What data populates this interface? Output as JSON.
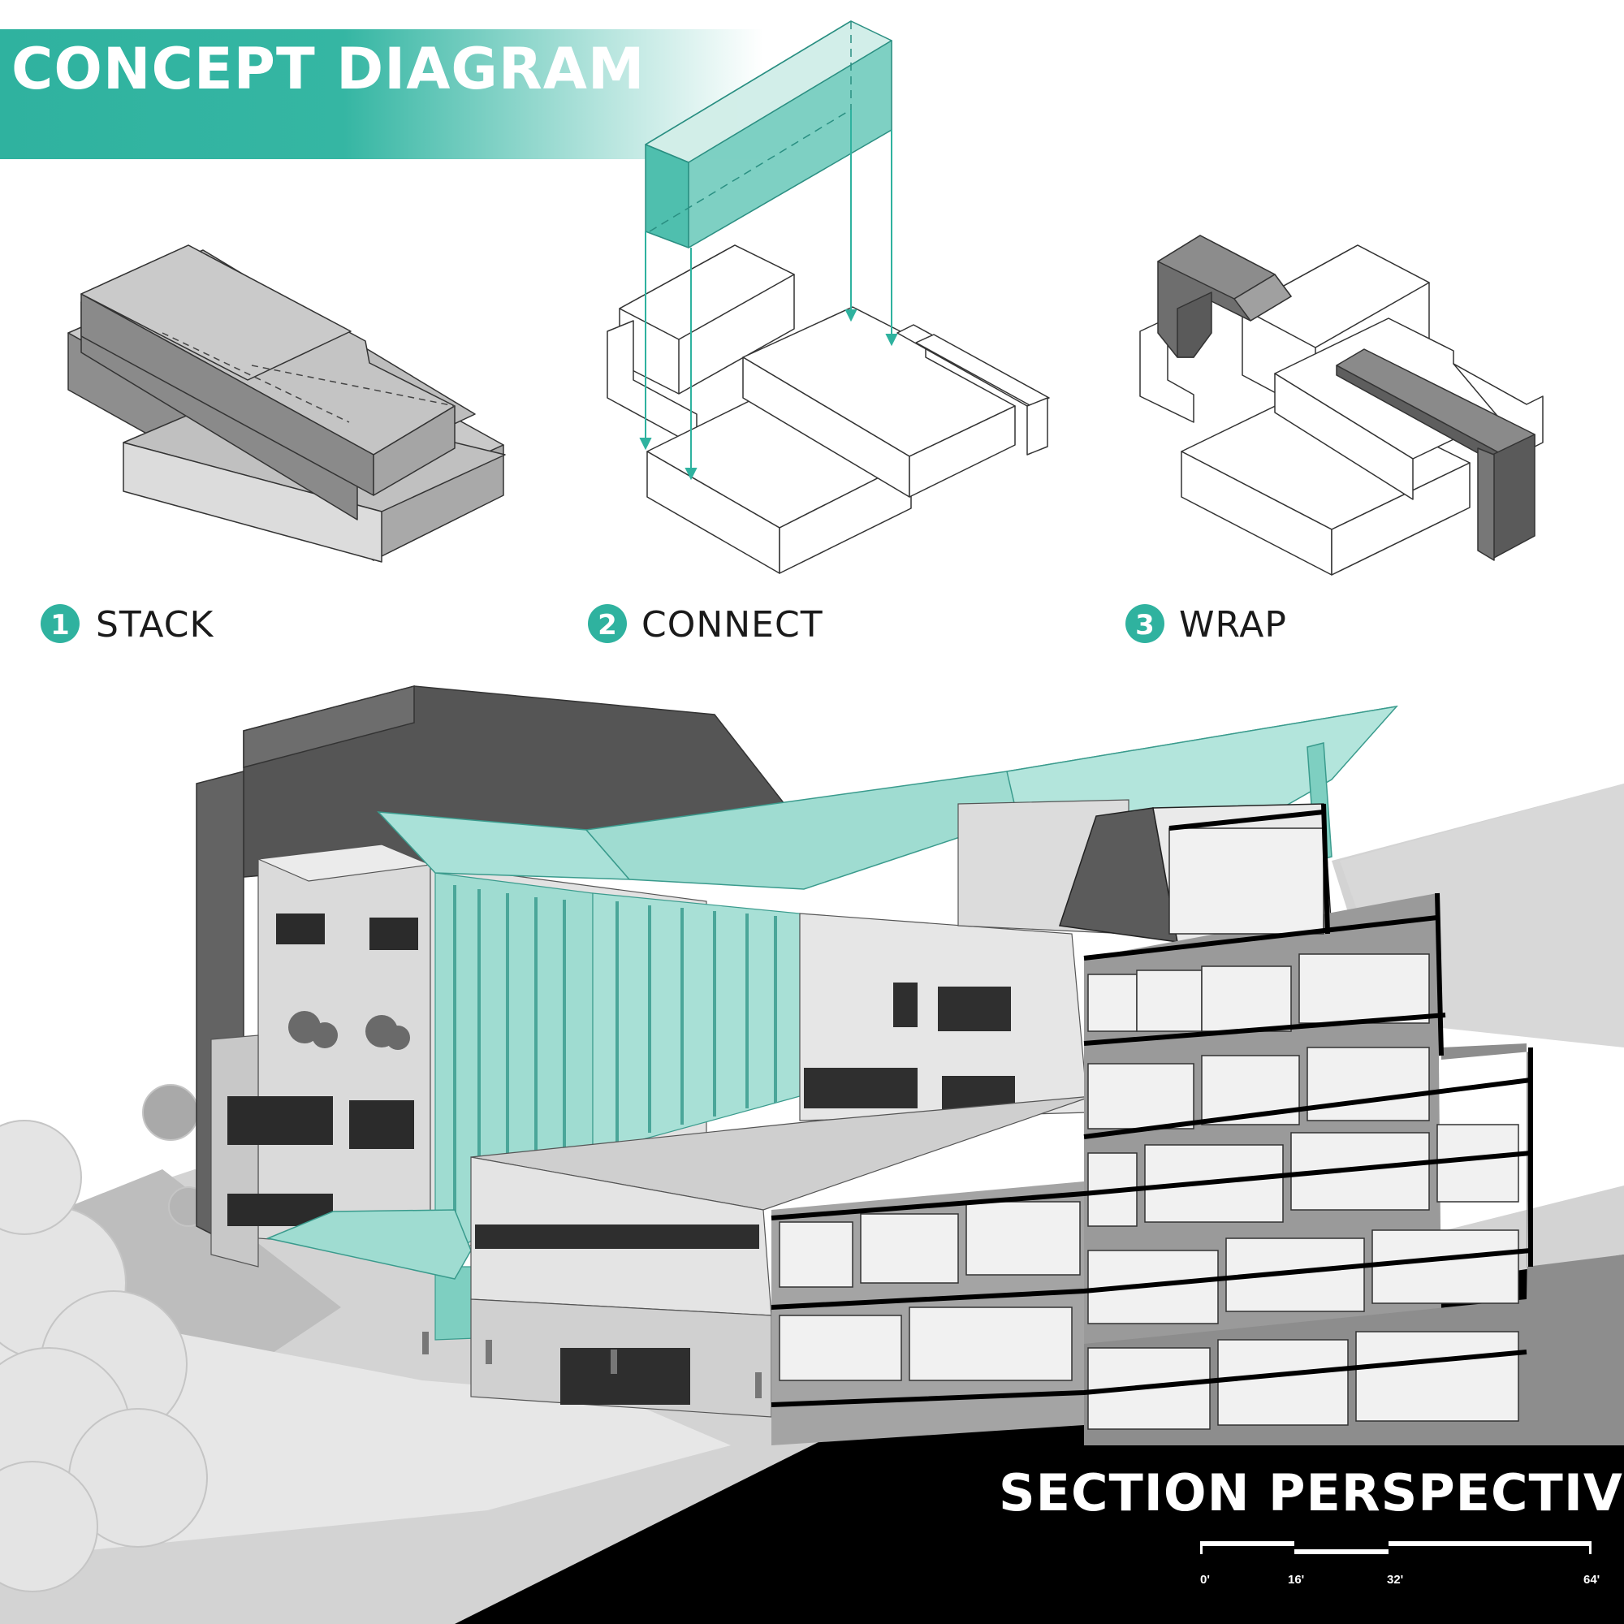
{
  "header": {
    "title": "CONCEPT DIAGRAM"
  },
  "concept_steps": [
    {
      "number": "1",
      "label": "STACK"
    },
    {
      "number": "2",
      "label": "CONNECT"
    },
    {
      "number": "3",
      "label": "WRAP"
    }
  ],
  "section": {
    "title": "SECTION PERSPECTIVE"
  },
  "scale_bar": {
    "labels": [
      "0'",
      "16'",
      "32'",
      "64'"
    ]
  },
  "colors": {
    "accent": "#2fb29f",
    "accent_light": "#9fdcd1",
    "dark_mass": "#6d6d6d",
    "ground": "#000000"
  }
}
